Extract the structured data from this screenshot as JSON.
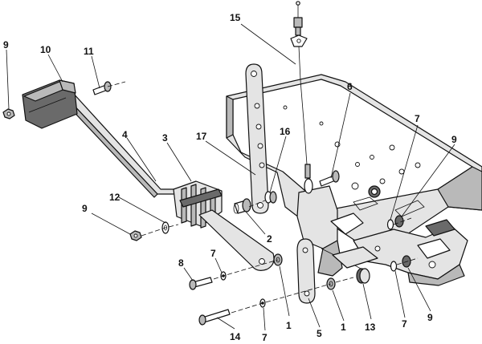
{
  "callouts": [
    {
      "id": "c1",
      "text": "9"
    },
    {
      "id": "c2",
      "text": "10"
    },
    {
      "id": "c3",
      "text": "11"
    },
    {
      "id": "c4",
      "text": "15"
    },
    {
      "id": "c5",
      "text": "4"
    },
    {
      "id": "c6",
      "text": "3"
    },
    {
      "id": "c7",
      "text": "17"
    },
    {
      "id": "c8",
      "text": "16"
    },
    {
      "id": "c9",
      "text": "6"
    },
    {
      "id": "c10",
      "text": "7"
    },
    {
      "id": "c11",
      "text": "9"
    },
    {
      "id": "c12",
      "text": "12"
    },
    {
      "id": "c13",
      "text": "9"
    },
    {
      "id": "c14",
      "text": "2"
    },
    {
      "id": "c15",
      "text": "8"
    },
    {
      "id": "c16",
      "text": "7"
    },
    {
      "id": "c17",
      "text": "1"
    },
    {
      "id": "c18",
      "text": "5"
    },
    {
      "id": "c19",
      "text": "1"
    },
    {
      "id": "c20",
      "text": "13"
    },
    {
      "id": "c21",
      "text": "7"
    },
    {
      "id": "c22",
      "text": "9"
    },
    {
      "id": "c23",
      "text": "14"
    },
    {
      "id": "c24",
      "text": "7"
    }
  ]
}
